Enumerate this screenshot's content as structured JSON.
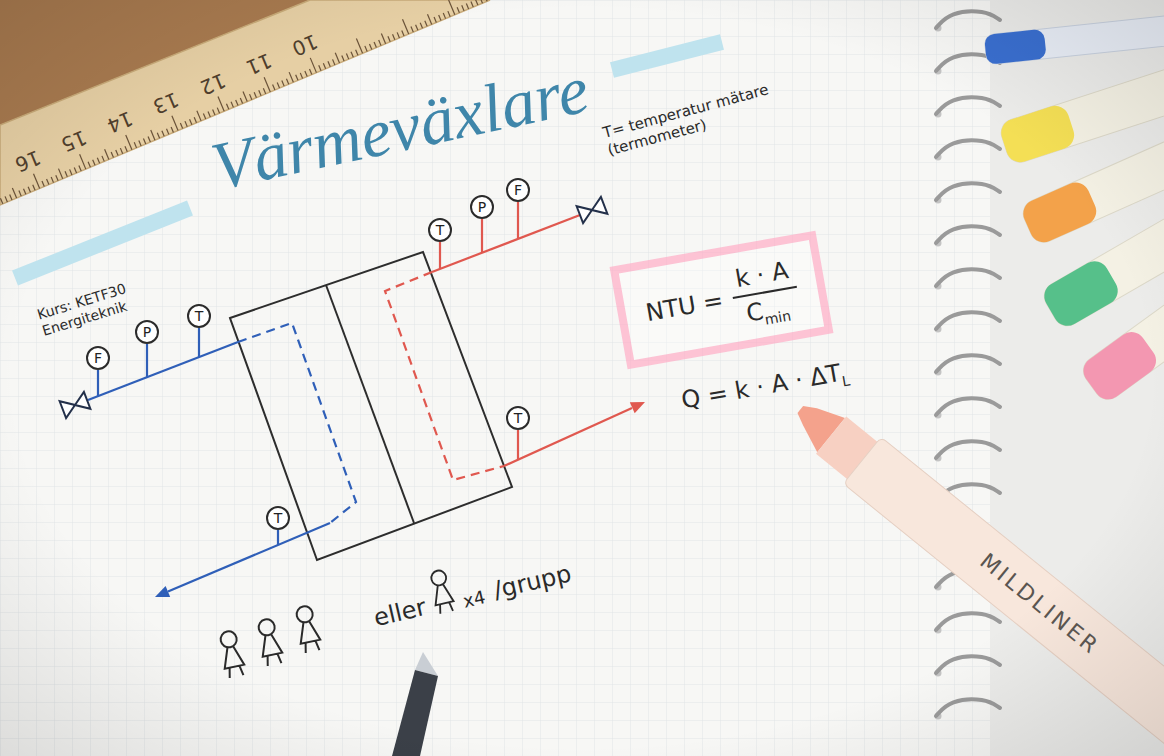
{
  "diagram": {
    "title": "Värmeväxlare",
    "nodes": [
      {
        "text": [
          "F"
        ]
      },
      {
        "text": [
          "P"
        ]
      },
      {
        "text": [
          "T"
        ]
      },
      {
        "text": [
          "T"
        ]
      },
      {
        "text": [
          "P"
        ]
      },
      {
        "text": [
          "F"
        ]
      },
      {
        "text": [
          "NTU =",
          "k · A",
          "C",
          "min"
        ]
      },
      {
        "text": [
          "T"
        ]
      },
      {
        "text": [
          "T"
        ]
      }
    ],
    "labels": [
      "16",
      "15",
      "14",
      "13",
      "12",
      "11",
      "10",
      "T= temperatur mätare (termometer)",
      "Kurs: KETF30 Energiteknik",
      "Q = k · A · ΔT",
      "L",
      "eller",
      "x4",
      "/grupp",
      "MILDLINER"
    ]
  }
}
